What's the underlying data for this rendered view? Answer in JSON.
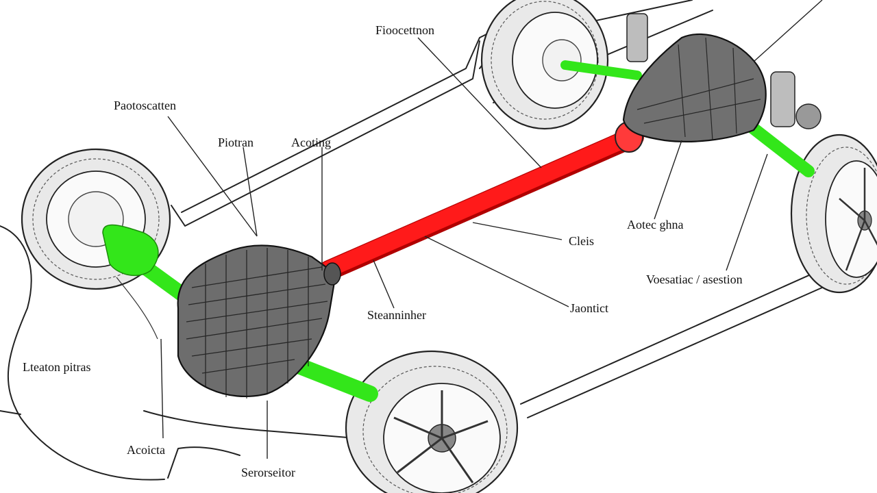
{
  "diagram": {
    "labels": [
      "Fioocettnon",
      "Paotoscatten",
      "Piotran",
      "Acoting",
      "Aotec ghna",
      "Cleis",
      "Voesatiac / asestion",
      "Steanninher",
      "Jaontict",
      "Lteaton pitras",
      "Acoicta",
      "Serorseitor"
    ]
  },
  "colors": {
    "driveshaft": "#ff1a1a",
    "axle_shafts": "#33e61a",
    "outline": "#222222",
    "tire_fill": "#e9e9e9",
    "housing_fill": "#6d6d6d"
  }
}
